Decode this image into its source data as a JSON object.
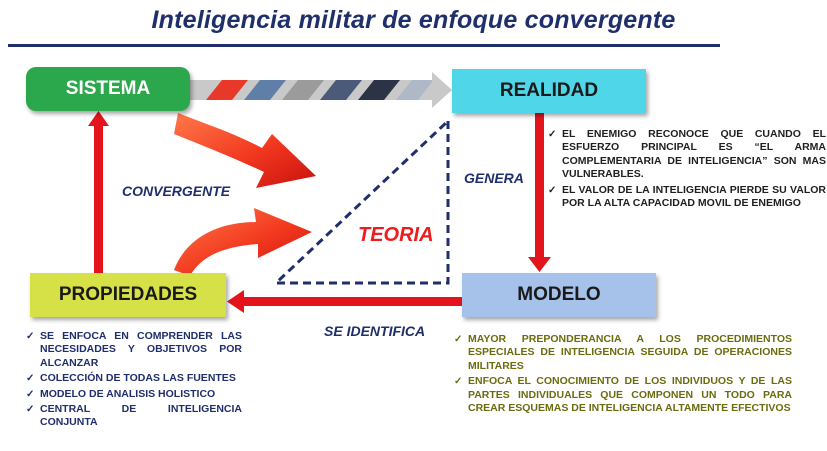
{
  "title": "Inteligencia militar de enfoque convergente",
  "boxes": {
    "sistema": "SISTEMA",
    "realidad": "REALIDAD",
    "modelo": "MODELO",
    "propiedades": "PROPIEDADES"
  },
  "labels": {
    "convergente": "CONVERGENTE",
    "genera": "GENERA",
    "teoria": "TEORIA",
    "se_identifica": "SE IDENTIFICA"
  },
  "notes": {
    "realidad": [
      "EL ENEMIGO RECONOCE QUE CUANDO EL ESFUERZO PRINCIPAL ES “EL ARMA COMPLEMENTARIA DE INTELIGENCIA” SON MAS VULNERABLES.",
      "EL VALOR DE LA INTELIGENCIA PIERDE SU VALOR POR LA ALTA CAPACIDAD MOVIL DE ENEMIGO"
    ],
    "propiedades": [
      "SE ENFOCA EN COMPRENDER LAS NECESIDADES Y OBJETIVOS POR ALCANZAR",
      "COLECCIÓN DE TODAS LAS FUENTES",
      "MODELO DE ANALISIS HOLISTICO",
      "CENTRAL DE INTELIGENCIA CONJUNTA"
    ],
    "modelo": [
      "MAYOR PREPONDERANCIA A LOS PROCEDIMIENTOS ESPECIALES DE INTELIGENCIA SEGUIDA DE OPERACIONES MILITARES",
      "ENFOCA EL CONOCIMIENTO DE LOS INDIVIDUOS Y DE LAS PARTES INDIVIDUALES QUE COMPONEN UN TODO PARA CREAR ESQUEMAS DE INTELIGENCIA ALTAMENTE EFECTIVOS"
    ]
  },
  "check_glyph": "✓",
  "colors": {
    "title": "#1f2f6b",
    "sistema": "#2ca84c",
    "realidad": "#4fd6e8",
    "modelo": "#a6c2ea",
    "propiedades": "#d6e047",
    "arrow_red": "#e3141c",
    "teoria": "#ee1c1c",
    "triangle": "#1f2f6b"
  }
}
